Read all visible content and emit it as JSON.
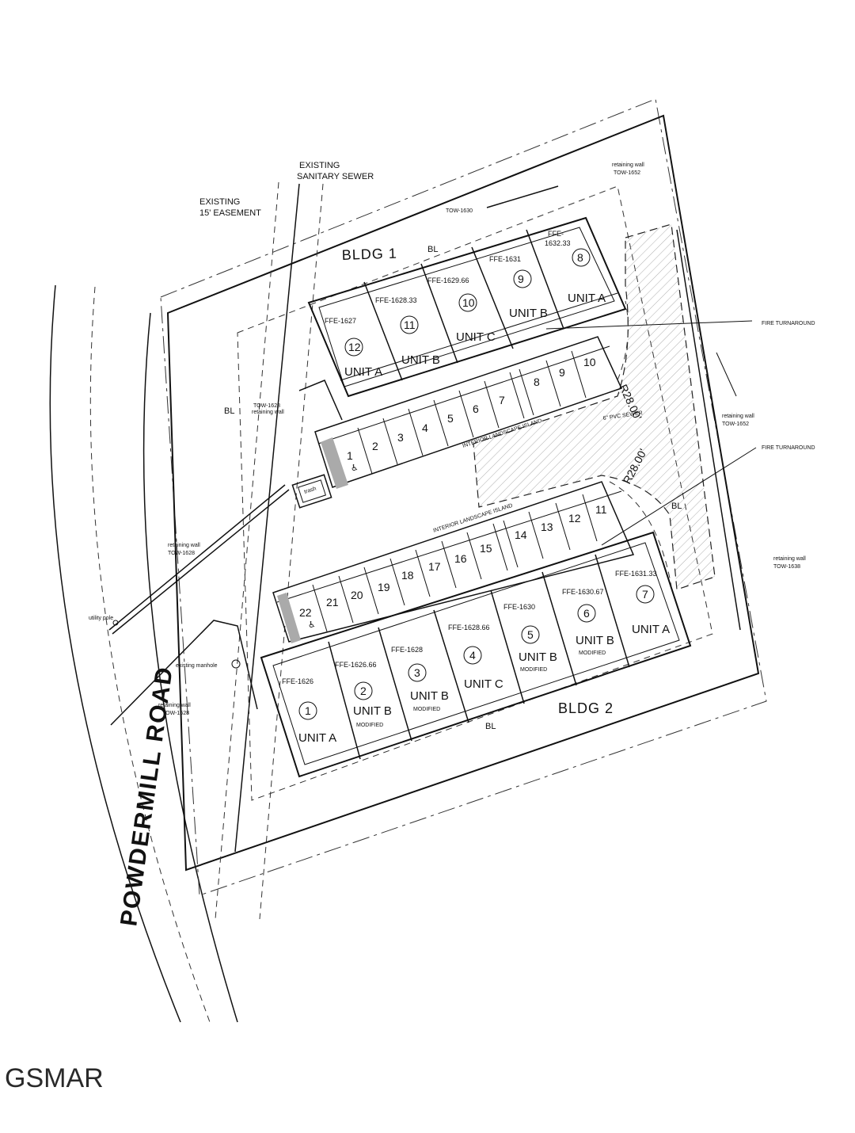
{
  "road": {
    "name": "POWDERMILL ROAD"
  },
  "labels": {
    "existing_sewer_line1": "EXISTING",
    "existing_sewer_line2": "SANITARY SEWER",
    "easement_line1": "EXISTING",
    "easement_line2": "15' EASEMENT",
    "bldg1": "BLDG 1",
    "bldg2": "BLDG 2",
    "bl": "BL",
    "fire_turnaround": "FIRE TURNAROUND",
    "radius": "R28.00'",
    "interior_island": "INTERIOR LANDSCAPE ISLAND",
    "pvc_sewer": "6\" PVC SEWER",
    "trash": "trash",
    "utility_pole": "utility pole",
    "existing_manhole": "existing manhole",
    "retaining_wall": "retaining wall",
    "tow_1628": "TOW-1628",
    "tow_1630": "TOW-1630",
    "tow_1652": "TOW-1652",
    "tow_1638": "TOW-1638",
    "modified": "MODIFIED"
  },
  "bldg1_units": [
    {
      "num": "12",
      "type": "UNIT A",
      "ffe": "FFE-1627"
    },
    {
      "num": "11",
      "type": "UNIT B",
      "ffe": "FFE-1628.33"
    },
    {
      "num": "10",
      "type": "UNIT C",
      "ffe": "FFE-1629.66"
    },
    {
      "num": "9",
      "type": "UNIT B",
      "ffe": "FFE-1631"
    },
    {
      "num": "8",
      "type": "UNIT A",
      "ffe_line1": "FFE-",
      "ffe_line2": "1632.33"
    }
  ],
  "bldg2_units": [
    {
      "num": "1",
      "type": "UNIT A",
      "ffe": "FFE-1626"
    },
    {
      "num": "2",
      "type": "UNIT B",
      "ffe": "FFE-1626.66"
    },
    {
      "num": "3",
      "type": "UNIT B",
      "ffe": "FFE-1628"
    },
    {
      "num": "4",
      "type": "UNIT C",
      "ffe": "FFE-1628.66"
    },
    {
      "num": "5",
      "type": "UNIT B",
      "ffe": "FFE-1630"
    },
    {
      "num": "6",
      "type": "UNIT B",
      "ffe": "FFE-1630.67"
    },
    {
      "num": "7",
      "type": "UNIT A",
      "ffe": "FFE-1631.33"
    }
  ],
  "parking_row1": [
    "1",
    "2",
    "3",
    "4",
    "5",
    "6",
    "7",
    "8",
    "9",
    "10"
  ],
  "parking_row2": [
    "11",
    "12",
    "13",
    "14",
    "15",
    "16",
    "17",
    "18",
    "19",
    "20",
    "21",
    "22"
  ],
  "logo": {
    "text": "GSMAR"
  }
}
